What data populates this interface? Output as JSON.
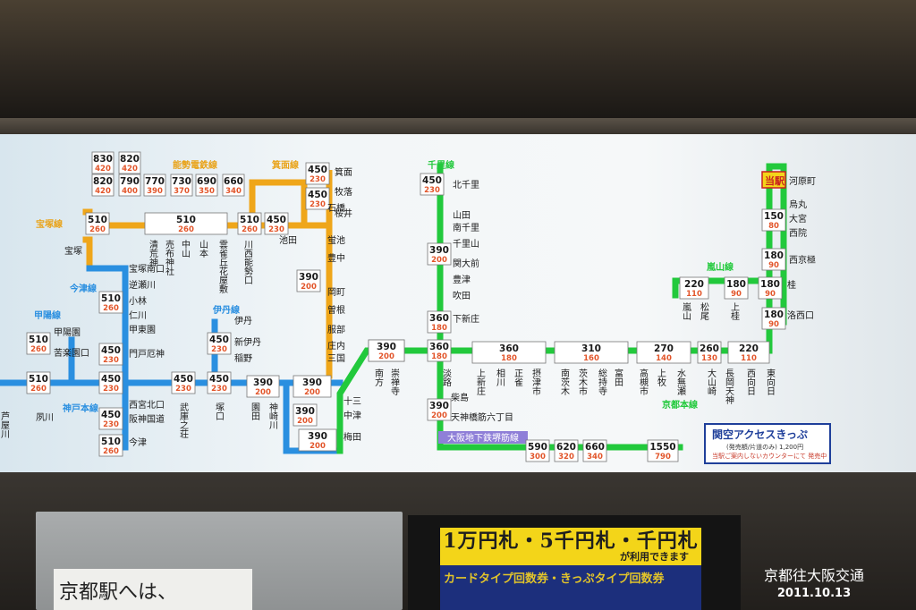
{
  "photo": {
    "caption": "京都往大阪交通",
    "date": "2011.10.13"
  },
  "colors": {
    "hanshin": "#2a8fe0",
    "nose": "#e9a319",
    "hankyu": "#efa61a",
    "keihan": "#22c93c",
    "subway": "#8f7fd8",
    "fare_top": "#1a1a1a",
    "fare_bottom": "#e2552a"
  },
  "line_labels": {
    "nose": "能勢電鉄線",
    "takarazuka": "宝塚線",
    "imazu": "今津線",
    "koyo": "甲陽線",
    "mino": "箕面線",
    "itami": "伊丹線",
    "kobe": "神戸本線",
    "senri": "千里線",
    "arashiyama": "嵐山線",
    "kyoto": "京都本線",
    "subway": "大阪地下鉄堺筋線"
  },
  "current_station": "当駅",
  "fares": [
    {
      "a": "830",
      "b": "420"
    },
    {
      "a": "820",
      "b": "420"
    },
    {
      "a": "820",
      "b": "420"
    },
    {
      "a": "790",
      "b": "400"
    },
    {
      "a": "770",
      "b": "390"
    },
    {
      "a": "730",
      "b": "370"
    },
    {
      "a": "690",
      "b": "350"
    },
    {
      "a": "660",
      "b": "340"
    },
    {
      "a": "510",
      "b": "260"
    },
    {
      "a": "510",
      "b": "260"
    },
    {
      "a": "450",
      "b": "230"
    },
    {
      "a": "510",
      "b": "260"
    },
    {
      "a": "450",
      "b": "230"
    },
    {
      "a": "450",
      "b": "230"
    },
    {
      "a": "390",
      "b": "200"
    },
    {
      "a": "510",
      "b": "260"
    },
    {
      "a": "510",
      "b": "260"
    },
    {
      "a": "450",
      "b": "230"
    },
    {
      "a": "510",
      "b": "260"
    },
    {
      "a": "450",
      "b": "230"
    },
    {
      "a": "450",
      "b": "230"
    },
    {
      "a": "510",
      "b": "260"
    },
    {
      "a": "450",
      "b": "230"
    },
    {
      "a": "450",
      "b": "230"
    },
    {
      "a": "450",
      "b": "230"
    },
    {
      "a": "390",
      "b": "200"
    },
    {
      "a": "390",
      "b": "200"
    },
    {
      "a": "390",
      "b": "200"
    },
    {
      "a": "390",
      "b": "200"
    },
    {
      "a": "390",
      "b": "200"
    },
    {
      "a": "450",
      "b": "230"
    },
    {
      "a": "390",
      "b": "200"
    },
    {
      "a": "360",
      "b": "180"
    },
    {
      "a": "360",
      "b": "180"
    },
    {
      "a": "390",
      "b": "200"
    },
    {
      "a": "390",
      "b": "200"
    },
    {
      "a": "360",
      "b": "180"
    },
    {
      "a": "310",
      "b": "160"
    },
    {
      "a": "270",
      "b": "140"
    },
    {
      "a": "260",
      "b": "130"
    },
    {
      "a": "220",
      "b": "110"
    },
    {
      "a": "180",
      "b": "90"
    },
    {
      "a": "180",
      "b": "90"
    },
    {
      "a": "220",
      "b": "110"
    },
    {
      "a": "180",
      "b": "90"
    },
    {
      "a": "180",
      "b": "90"
    },
    {
      "a": "150",
      "b": "80"
    },
    {
      "a": "590",
      "b": "300"
    },
    {
      "a": "620",
      "b": "320"
    },
    {
      "a": "660",
      "b": "340"
    },
    {
      "a": "1550",
      "b": "790"
    }
  ],
  "stations": [
    "宝塚",
    "宝塚南口",
    "逆瀬川",
    "小林",
    "仁川",
    "甲東園",
    "門戸厄神",
    "甲陽園",
    "苦楽園口",
    "夙川",
    "芦屋川",
    "西宮北口",
    "阪神国道",
    "今津",
    "武庫之荘",
    "塚口",
    "園田",
    "神崎川",
    "清荒神",
    "売布神社",
    "中山",
    "山本",
    "雲雀丘花屋敷",
    "川西能勢口",
    "池田",
    "石橋",
    "箕面",
    "牧落",
    "桜井",
    "蛍池",
    "豊中",
    "岡町",
    "曽根",
    "服部",
    "庄内",
    "三国",
    "十三",
    "中津",
    "梅田",
    "南方",
    "崇禅寺",
    "淡路",
    "柴島",
    "天神橋筋六丁目",
    "北千里",
    "山田",
    "南千里",
    "千里山",
    "関大前",
    "豊津",
    "吹田",
    "下新庄",
    "上新庄",
    "相川",
    "正雀",
    "摂津市",
    "南茨木",
    "茨木市",
    "総持寺",
    "富田",
    "高槻市",
    "上牧",
    "水無瀬",
    "大山崎",
    "長岡天神",
    "西向日",
    "東向日",
    "洛西口",
    "桂",
    "上桂",
    "松尾",
    "嵐山",
    "西京極",
    "西院",
    "大宮",
    "烏丸",
    "河原町",
    "伊丹",
    "新伊丹",
    "稲野"
  ],
  "kansai_ticket": {
    "title": "関空アクセスきっぷ",
    "price": "(発売額/片道のみ) 1,200円",
    "note": "当駅ご案内しないカウンターにて 発売中"
  },
  "signs": {
    "bills": "1万円札・5千円札・千円札",
    "usable": "が利用できます",
    "card": "カードタイプ回数券・きっぷタイプ回数券",
    "left_notice": "京都駅へは、"
  }
}
